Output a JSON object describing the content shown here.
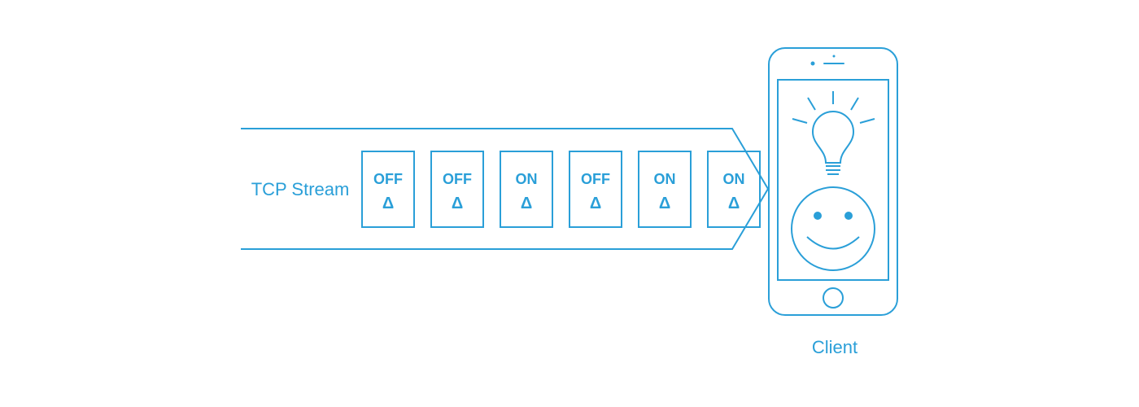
{
  "stream": {
    "label": "TCP Stream",
    "messages": [
      {
        "label": "OFF",
        "glyph": "Δ"
      },
      {
        "label": "OFF",
        "glyph": "Δ"
      },
      {
        "label": "ON",
        "glyph": "Δ"
      },
      {
        "label": "OFF",
        "glyph": "Δ"
      },
      {
        "label": "ON",
        "glyph": "Δ"
      },
      {
        "label": "ON",
        "glyph": "Δ"
      }
    ]
  },
  "client": {
    "label": "Client"
  },
  "icons": {
    "phone": "smartphone-icon",
    "bulb": "lightbulb-icon",
    "face": "smiley-face-icon"
  },
  "colors": {
    "accent": "#2a9fd8",
    "background": "#ffffff"
  }
}
